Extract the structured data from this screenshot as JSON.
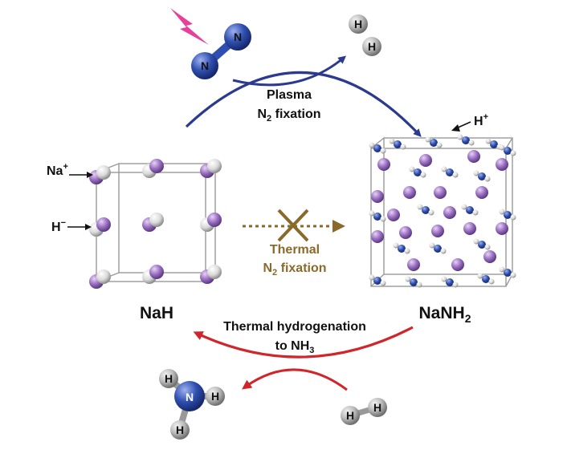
{
  "colors": {
    "plasma_arrow": "#2b3a8f",
    "thermal_fixation": "#8a6a2a",
    "hydrogenation_arrow": "#d0252a",
    "sodium": "#9b6fc2",
    "nitrogen": "#2f4fb0",
    "hydrogen": "#d9d9d9",
    "lightning": "#e8409a"
  },
  "icons": {
    "lightning": "lightning-bolt-icon",
    "cross": "blocked-cross-icon"
  },
  "labels": {
    "plasma_line1": "Plasma",
    "plasma_line2_main": "N",
    "plasma_line2_sub": "2",
    "plasma_line2_rest": " fixation",
    "thermal_line1": "Thermal",
    "thermal_line2_main": "N",
    "thermal_line2_sub": "2",
    "thermal_line2_rest": " fixation",
    "hydrogenation_line1": "Thermal hydrogenation",
    "hydrogenation_line2_main": "to NH",
    "hydrogenation_line2_sub": "3",
    "nah": "NaH",
    "nanh2_main": "NaNH",
    "nanh2_sub": "2",
    "na_ion_main": "Na",
    "na_ion_sup": "+",
    "h_anion_main": "H",
    "h_anion_sup": "−",
    "h_cation_main": "H",
    "h_cation_sup": "+"
  },
  "molecules": {
    "n2_atoms": [
      "N",
      "N"
    ],
    "h2_top_atoms": [
      "H",
      "H"
    ],
    "nh3_center": "N",
    "nh3_h": [
      "H",
      "H",
      "H"
    ],
    "h2_bottom_atoms": [
      "H",
      "H"
    ]
  }
}
